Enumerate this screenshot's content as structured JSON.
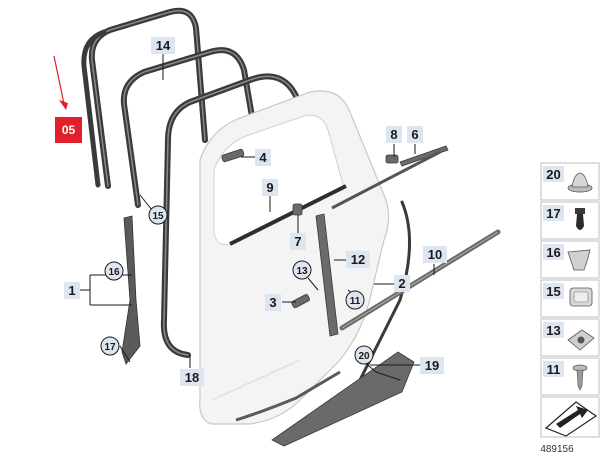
{
  "badge": {
    "label": "05",
    "color": "#e0202a"
  },
  "arrow_color": "#e0202a",
  "callouts": {
    "p14": "14",
    "p4": "4",
    "p9": "9",
    "p7": "7",
    "p8": "8",
    "p6": "6",
    "p1": "1",
    "p3": "3",
    "p12": "12",
    "p2": "2",
    "p10": "10",
    "p18": "18",
    "p19": "19"
  },
  "circles": {
    "c15": "15",
    "c16": "16",
    "c17": "17",
    "c13": "13",
    "c11": "11",
    "c20": "20"
  },
  "legend": {
    "items": [
      "20",
      "17",
      "16",
      "15",
      "13",
      "11"
    ]
  },
  "reference_number": "489156"
}
